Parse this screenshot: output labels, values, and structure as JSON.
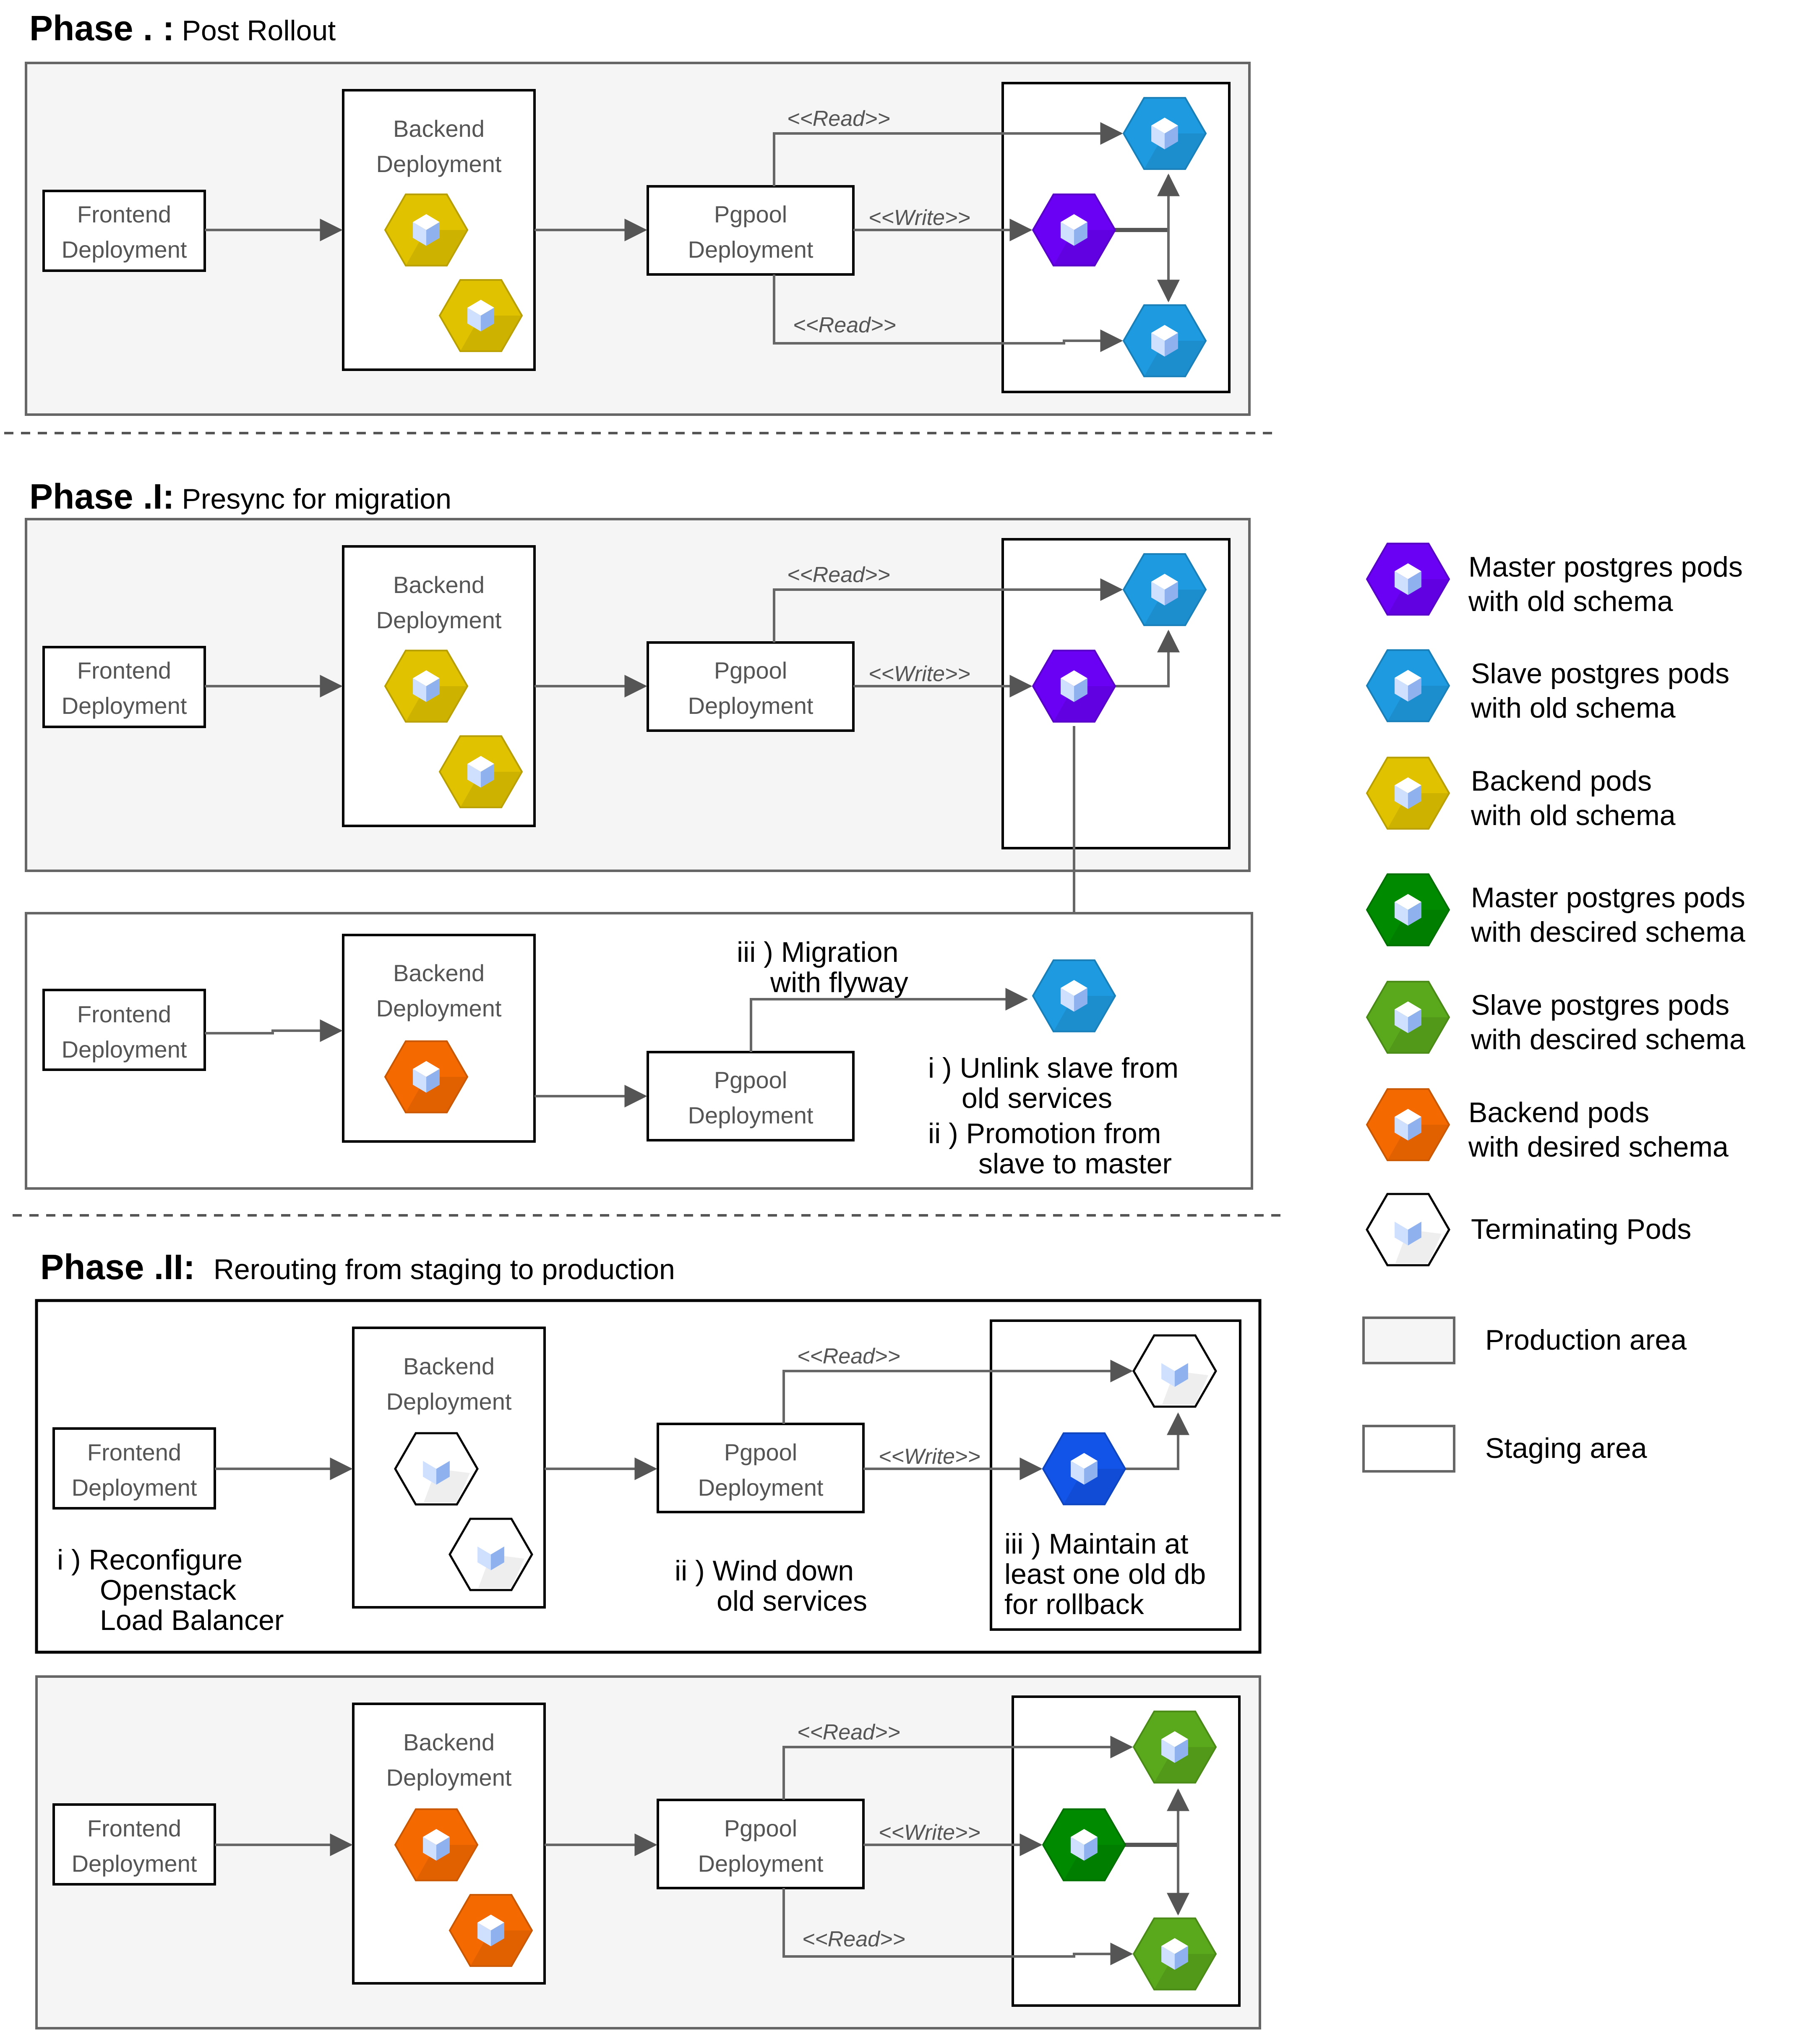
{
  "phases": {
    "p0": {
      "prefix": "Phase . :",
      "title": "Post Rollout"
    },
    "p1": {
      "prefix": "Phase .I:",
      "title": "Presync for migration"
    },
    "p2": {
      "prefix": "Phase .II:",
      "title": "Rerouting from staging to production"
    }
  },
  "boxes": {
    "frontend": [
      "Frontend",
      "Deployment"
    ],
    "backend": [
      "Backend",
      "Deployment"
    ],
    "pgpool": [
      "Pgpool",
      "Deployment"
    ]
  },
  "relations": {
    "read": "<<Read>>",
    "write": "<<Write>>"
  },
  "notes": {
    "p1_migration": [
      "iii ) Migration",
      "with flyway"
    ],
    "p1_unlink": [
      "i ) Unlink slave from",
      "old services"
    ],
    "p1_promotion": [
      "ii ) Promotion from",
      "slave to master"
    ],
    "p2_reconfigure": [
      "i ) Reconfigure",
      "Openstack",
      "Load Balancer"
    ],
    "p2_winddown": [
      "ii ) Wind down",
      "old services"
    ],
    "p2_maintain": [
      "iii ) Maintain at",
      "least one old db",
      "for rollback"
    ]
  },
  "legend": [
    {
      "kind": "master-old",
      "lines": [
        "Master postgres pods",
        "with old schema"
      ]
    },
    {
      "kind": "slave-old",
      "lines": [
        "Slave postgres pods",
        "with old schema"
      ]
    },
    {
      "kind": "backend-old",
      "lines": [
        "Backend pods",
        "with old schema"
      ]
    },
    {
      "kind": "master-new",
      "lines": [
        "Master postgres pods",
        "with descired schema"
      ]
    },
    {
      "kind": "slave-new",
      "lines": [
        "Slave postgres pods",
        "with descired schema"
      ]
    },
    {
      "kind": "backend-new",
      "lines": [
        "Backend pods",
        "with desired schema"
      ]
    },
    {
      "kind": "terminating",
      "lines": [
        "Terminating Pods"
      ]
    },
    {
      "kind": "production-area",
      "lines": [
        "Production area"
      ]
    },
    {
      "kind": "staging-area",
      "lines": [
        "Staging area"
      ]
    }
  ],
  "colors": {
    "master-old": "#6a00f4",
    "slave-old": "#1e9be0",
    "backend-old": "#e0c200",
    "master-new": "#008a00",
    "slave-new": "#5aa81c",
    "backend-new": "#f56a00",
    "terminating": "#ffffff",
    "master-old-p2": "#1254e8",
    "production-area": "#f5f5f5",
    "staging-area": "#ffffff"
  }
}
